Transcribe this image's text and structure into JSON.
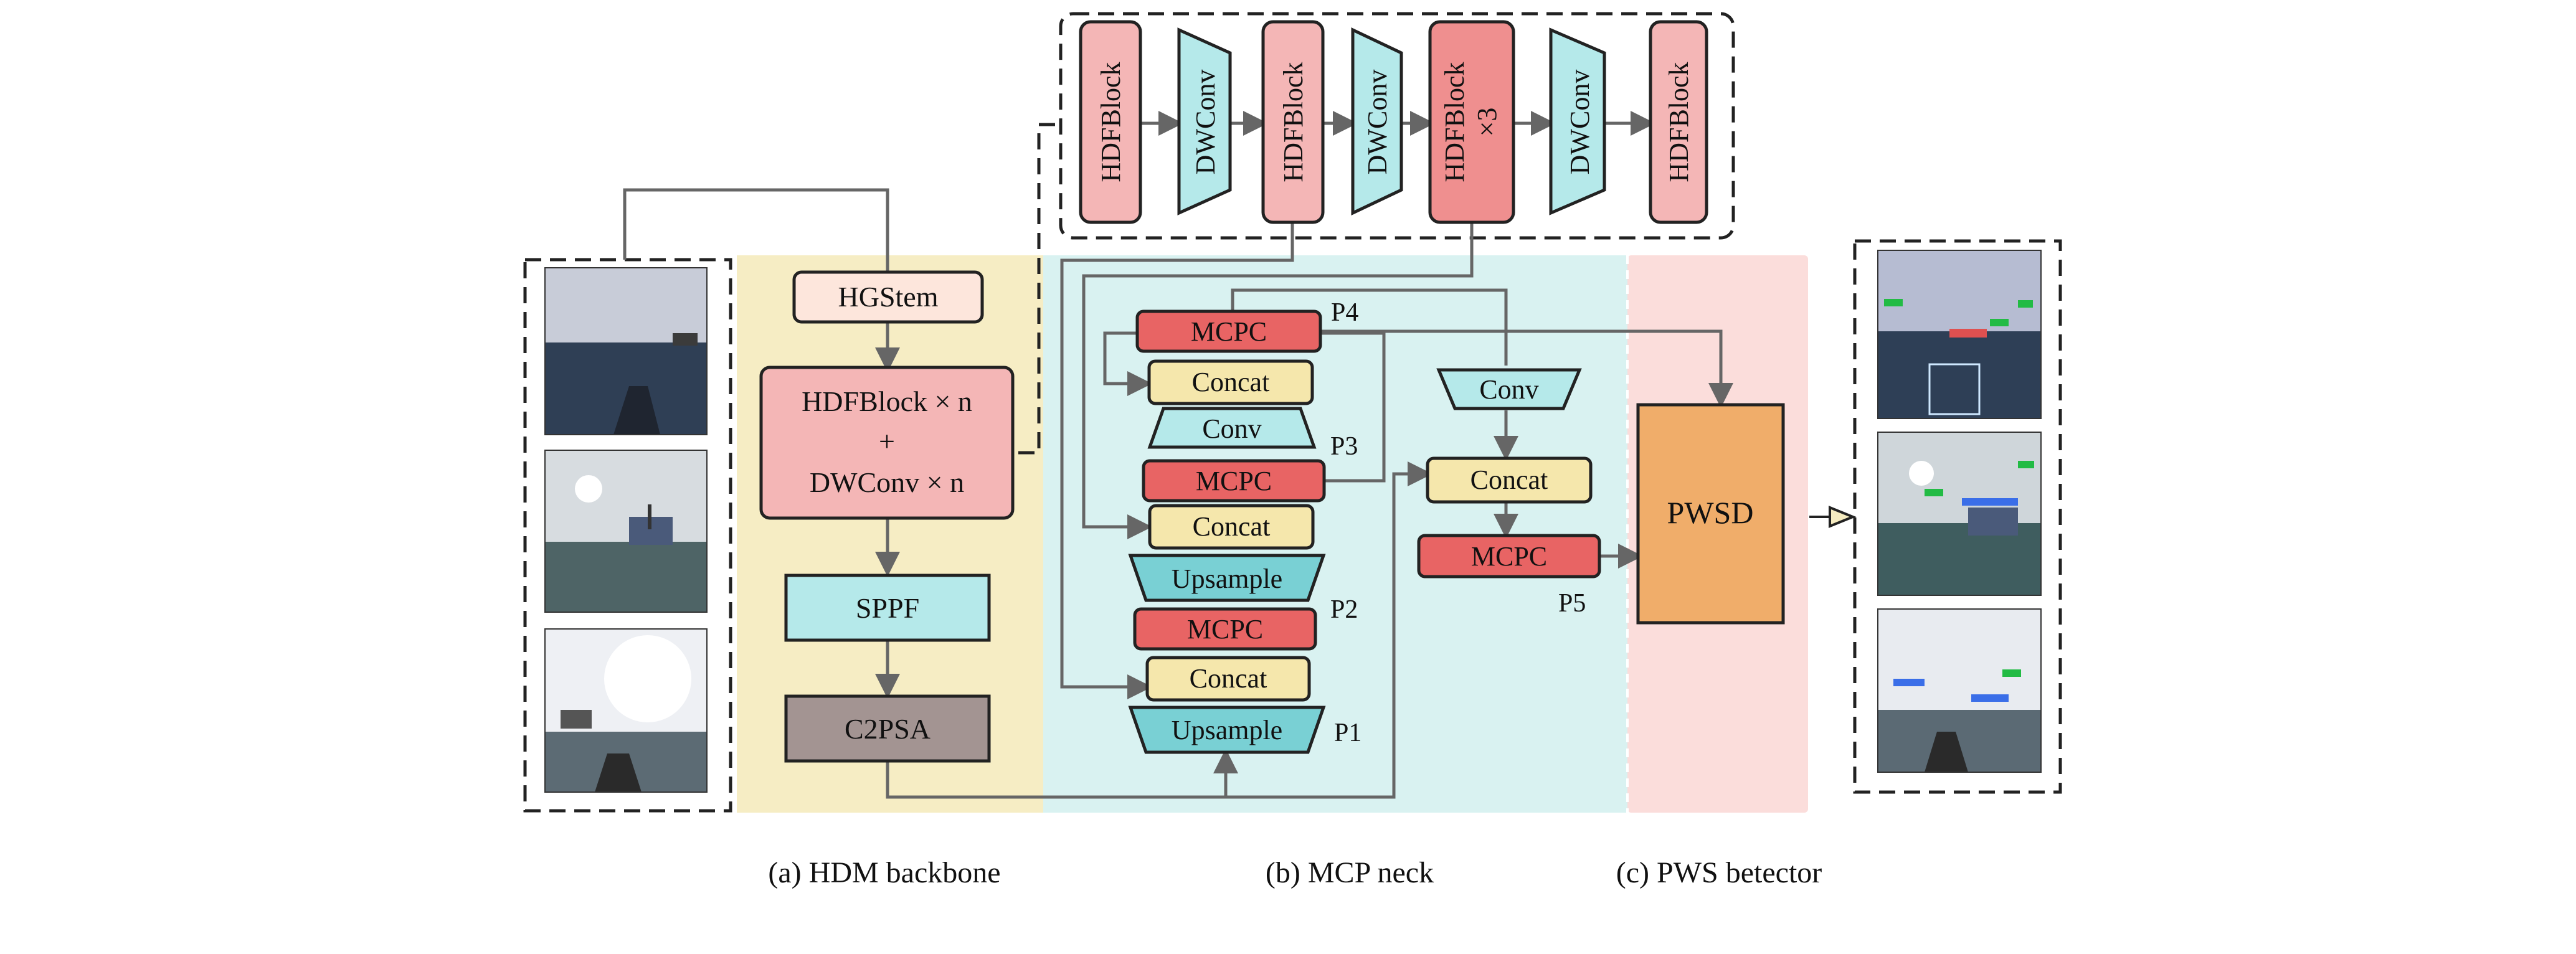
{
  "backbone": {
    "hgstem": "HGStem",
    "hdf_line1": "HDFBlock × n",
    "hdf_line2": "+",
    "hdf_line3": "DWConv  × n",
    "sppf": "SPPF",
    "c2psa": "C2PSA"
  },
  "top_chain": {
    "hdf1": "HDFBlock",
    "dw1": "DWConv",
    "hdf2": "HDFBlock",
    "dw2": "DWConv",
    "hdf3": "HDFBlock",
    "hdf3_mult": "×3",
    "dw3": "DWConv",
    "hdf4": "HDFBlock"
  },
  "neck": {
    "mcpc_p4": "MCPC",
    "concat_1": "Concat",
    "conv_1": "Conv",
    "mcpc_p3": "MCPC",
    "concat_2": "Concat",
    "upsample_1": "Upsample",
    "mcpc_p2": "MCPC",
    "concat_3": "Concat",
    "upsample_2": "Upsample",
    "conv_right": "Conv",
    "concat_right": "Concat",
    "mcpc_p5": "MCPC",
    "p1": "P1",
    "p2": "P2",
    "p3": "P3",
    "p4": "P4",
    "p5": "P5"
  },
  "detector": {
    "pwsd": "PWSD"
  },
  "captions": {
    "a": "(a)  HDM backbone",
    "b": "(b) MCP  neck",
    "c": "(c)  PWS betector"
  },
  "colors": {
    "backbone_bg": "#f6edc4",
    "neck_bg": "#d9f2f1",
    "detector_bg": "#fbdddb",
    "hgstem": "#fde6dc",
    "hdfblock": "#f4b6b6",
    "hdfblock_dark": "#ef8f8f",
    "cyan": "#b5e9ea",
    "cyan_dark": "#79d0d4",
    "mcpc": "#e86464",
    "concat": "#f5e7ac",
    "c2psa": "#a39492",
    "pwsd": "#f0ad6a",
    "arrow": "#666666"
  }
}
